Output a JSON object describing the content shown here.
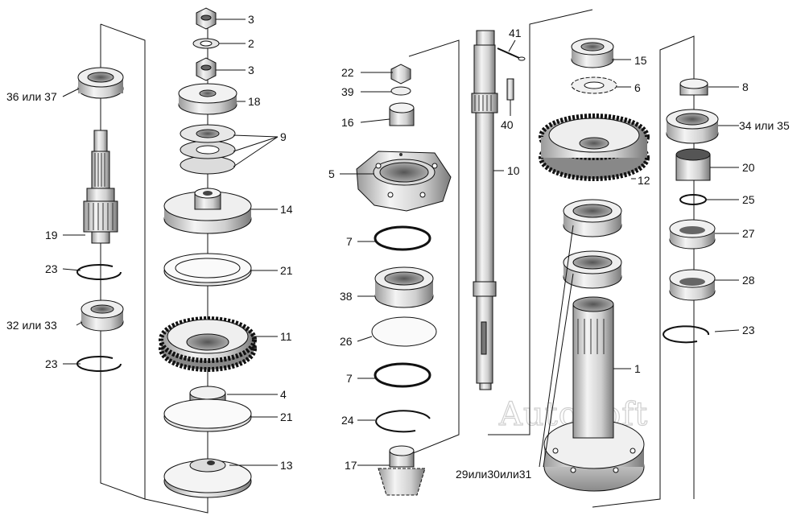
{
  "watermark": "AutoSoft",
  "colors": {
    "ink": "#111111",
    "metal_light": "#ededed",
    "metal_mid": "#bdbdbd",
    "metal_dark": "#6e6e6e",
    "watermark": "#cfcfcf"
  },
  "callouts": {
    "c3a": "3",
    "c2": "2",
    "c3b": "3",
    "c18": "18",
    "c9": "9",
    "c14": "14",
    "c21a": "21",
    "c11": "11",
    "c4": "4",
    "c21b": "21",
    "c13": "13",
    "c36": "36 или 37",
    "c19": "19",
    "c23a": "23",
    "c32": "32 или 33",
    "c23b": "23",
    "c22": "22",
    "c39": "39",
    "c16": "16",
    "c5": "5",
    "c7a": "7",
    "c38": "38",
    "c26": "26",
    "c7b": "7",
    "c24": "24",
    "c17": "17",
    "c41": "41",
    "c40": "40",
    "c10": "10",
    "c29": "29или30или31",
    "c15": "15",
    "c6": "6",
    "c12": "12",
    "c1": "1",
    "c8": "8",
    "c34": "34 или 35",
    "c20": "20",
    "c25": "25",
    "c27": "27",
    "c28": "28",
    "c23c": "23"
  }
}
